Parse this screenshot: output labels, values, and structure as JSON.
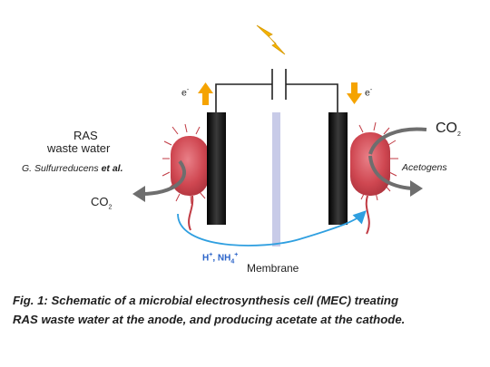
{
  "diagram": {
    "electron_left": "e",
    "electron_right": "e",
    "electron_charge": "-",
    "ras_label_line1": "RAS",
    "ras_label_line2": "waste water",
    "anode_organism": "G. Sulfurreducens",
    "anode_organism_suffix": "et al.",
    "co2_left": "CO",
    "co2_left_sub": "2",
    "co2_right": "CO",
    "co2_right_sub": "2",
    "cathode_organism": "Acetogens",
    "ions": "H",
    "ions_sup": "+",
    "ions_mid": ", NH",
    "ions_sub": "4",
    "ions_sup2": "+",
    "membrane": "Membrane",
    "icons": [
      "lightning-bolt-icon",
      "electron-up-arrow-icon",
      "electron-down-arrow-icon"
    ],
    "colors": {
      "bolt": "#f5b400",
      "electrode": "#1a1a1a",
      "bacteria": "#c9424a",
      "membrane": "#c8cbe8",
      "proton_arrow": "#2f9fe0",
      "gas_arrow": "#6e6e6e"
    }
  },
  "caption": {
    "line1": "Fig. 1: Schematic of a microbial electrosynthesis cell (MEC) treating",
    "line2": "RAS waste water at the anode, and producing acetate at the cathode."
  }
}
